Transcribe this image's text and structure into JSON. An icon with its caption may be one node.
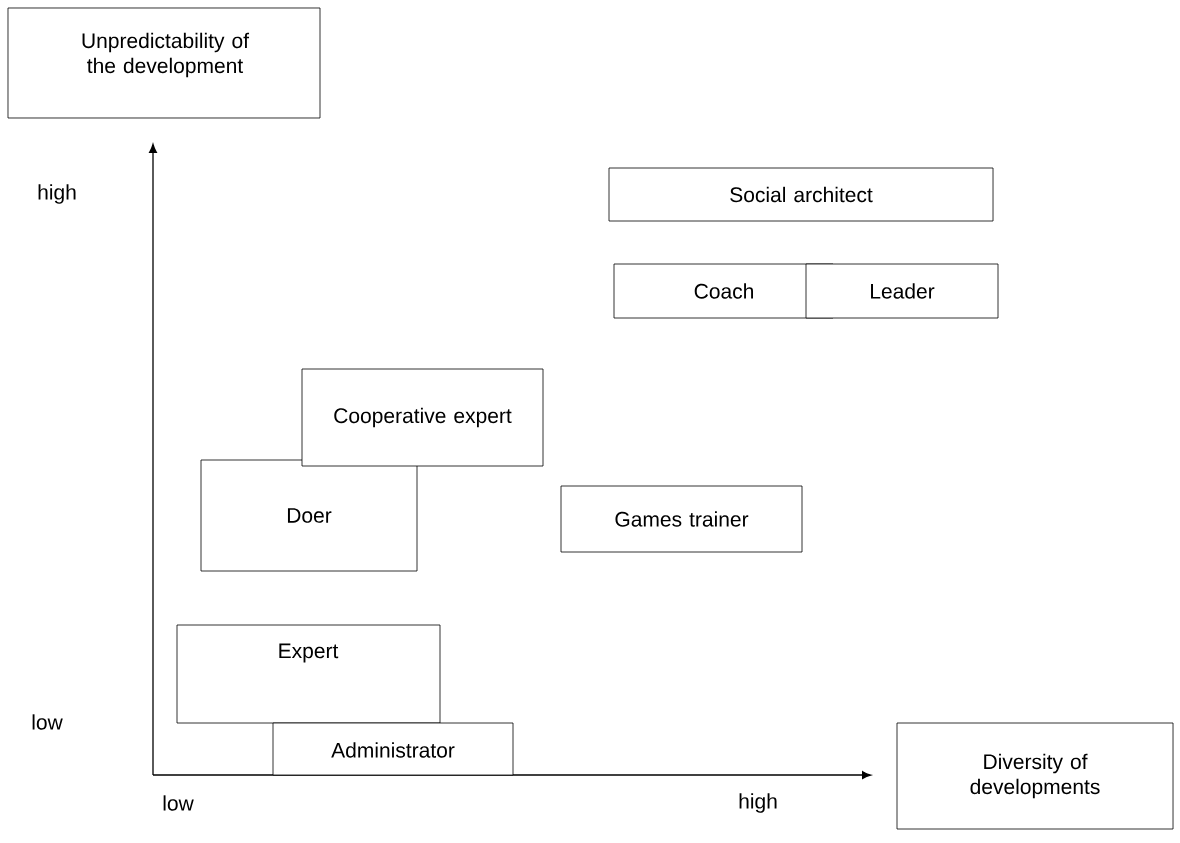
{
  "diagram": {
    "nodes": [
      {
        "text": [
          "Unpredictability of the development"
        ]
      },
      {
        "text": [
          "Social architect"
        ]
      },
      {
        "text": [
          "Coach"
        ]
      },
      {
        "text": [
          "Leader"
        ]
      },
      {
        "text": [
          "Cooperative expert"
        ]
      },
      {
        "text": [
          "Doer"
        ]
      },
      {
        "text": [
          "Games trainer"
        ]
      },
      {
        "text": [
          "Expert"
        ]
      },
      {
        "text": [
          "Administrator"
        ]
      },
      {
        "text": [
          "Diversity of developments"
        ]
      }
    ],
    "labels": [
      "high",
      "low",
      "low",
      "high"
    ]
  }
}
